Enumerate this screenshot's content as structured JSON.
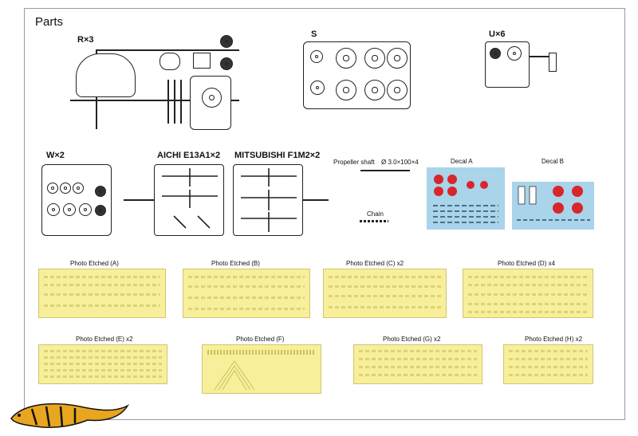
{
  "page": {
    "title": "Parts"
  },
  "sprues": {
    "r": "R×3",
    "s": "S",
    "u": "U×6",
    "w": "W×2",
    "aichi": "AICHI E13A1×2",
    "mitsubishi": "MITSUBISHI F1M2×2"
  },
  "parts": {
    "propeller_shaft": "Propeller shaft",
    "propeller_shaft_size": "Ø 3.0×100×4",
    "chain": "Chain"
  },
  "decals": {
    "a": "Decal A",
    "b": "Decal B",
    "colors": {
      "sheet_bg": "#a9d4ea",
      "red": "#d9262b"
    }
  },
  "photo_etched": [
    {
      "label": "Photo Etched (A)"
    },
    {
      "label": "Photo Etched (B)"
    },
    {
      "label": "Photo Etched (C)  x2"
    },
    {
      "label": "Photo Etched (D)  x4"
    },
    {
      "label": "Photo Etched (E)  x2"
    },
    {
      "label": "Photo Etched (F)"
    },
    {
      "label": "Photo Etched (G)  x2"
    },
    {
      "label": "Photo Etched (H)  x2"
    }
  ],
  "colors": {
    "pe_fill": "#f7ef9a",
    "outline": "#222222"
  },
  "logo": {
    "icon": "tiger-logo-icon"
  }
}
